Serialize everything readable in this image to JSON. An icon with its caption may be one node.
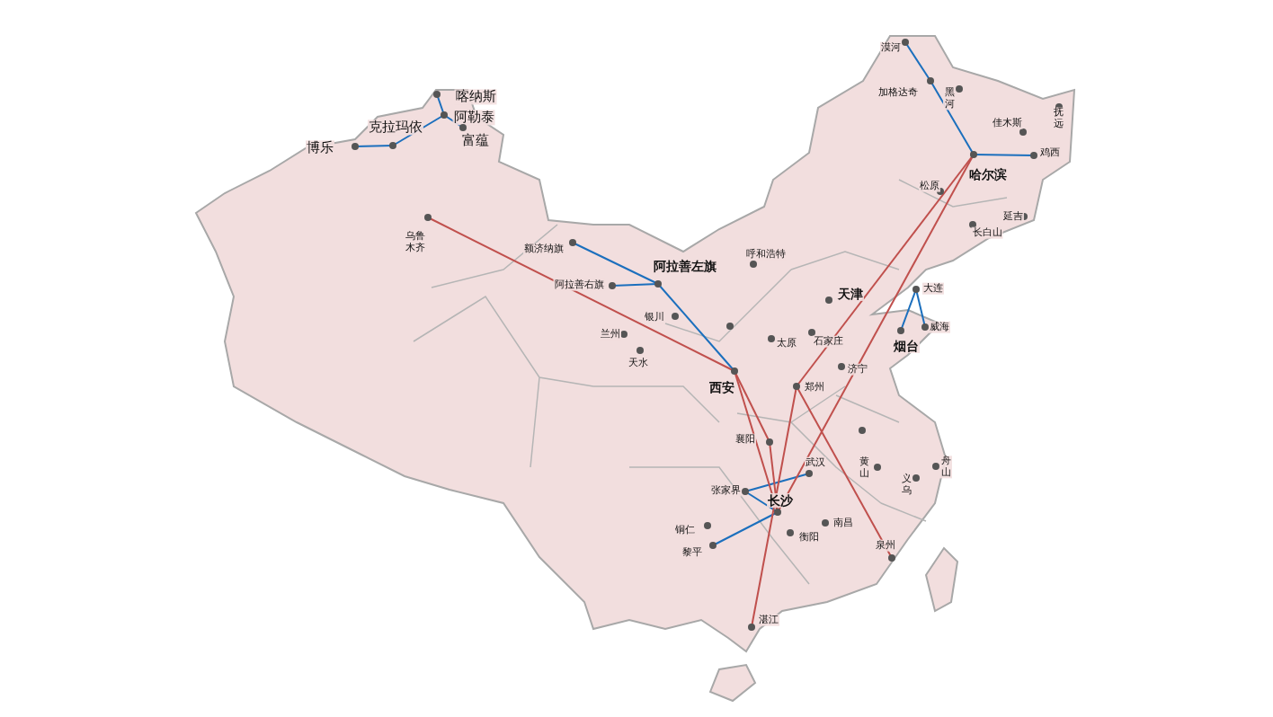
{
  "diagram": {
    "nodes": [
      {
        "text": [
          "克拉玛依"
        ]
      },
      {
        "text": [
          "博乐"
        ]
      },
      {
        "text": [
          "喀纳斯"
        ]
      },
      {
        "text": [
          "阿勒泰"
        ]
      },
      {
        "text": [
          "富蕴"
        ]
      },
      {
        "text": [
          "乌鲁木齐"
        ]
      },
      {
        "text": [
          "漠河"
        ]
      },
      {
        "text": [
          "加格达奇"
        ]
      },
      {
        "text": [
          "黑河"
        ]
      },
      {
        "text": [
          "哈尔滨"
        ]
      },
      {
        "text": [
          "佳木斯"
        ]
      },
      {
        "text": [
          "抚远"
        ]
      },
      {
        "text": [
          "鸡西"
        ]
      },
      {
        "text": [
          "松原"
        ]
      },
      {
        "text": [
          "延吉"
        ]
      },
      {
        "text": [
          "长白山"
        ]
      },
      {
        "text": [
          "额济纳旗"
        ]
      },
      {
        "text": [
          "阿拉善左旗"
        ]
      },
      {
        "text": [
          "阿拉善右旗"
        ]
      },
      {
        "text": [
          "呼和浩特"
        ]
      },
      {
        "text": [
          "银川"
        ]
      },
      {
        "text": [
          "兰州"
        ]
      },
      {
        "text": [
          "天水"
        ]
      },
      {
        "text": [
          "天津"
        ]
      },
      {
        "text": [
          "大连"
        ]
      },
      {
        "text": [
          "威海"
        ]
      },
      {
        "text": [
          "烟台"
        ]
      },
      {
        "text": [
          "太原"
        ]
      },
      {
        "text": [
          "石家庄"
        ]
      },
      {
        "text": [
          "济宁"
        ]
      },
      {
        "text": [
          "西安"
        ]
      },
      {
        "text": [
          "郑州"
        ]
      },
      {
        "text": [
          "襄阳"
        ]
      },
      {
        "text": [
          "武汉"
        ]
      },
      {
        "text": [
          "张家界"
        ]
      },
      {
        "text": [
          "长沙"
        ]
      },
      {
        "text": [
          "铜仁"
        ]
      },
      {
        "text": [
          "黎平"
        ]
      },
      {
        "text": [
          "衡阳"
        ]
      },
      {
        "text": [
          "南昌"
        ]
      },
      {
        "text": [
          "黄山"
        ]
      },
      {
        "text": [
          "义乌"
        ]
      },
      {
        "text": [
          "舟山"
        ]
      },
      {
        "text": [
          "泉州"
        ]
      },
      {
        "text": [
          "湛江"
        ]
      }
    ],
    "edges": [
      {
        "from": 1,
        "to": 0,
        "arrow": "none"
      },
      {
        "from": 0,
        "to": 3,
        "arrow": "none"
      },
      {
        "from": 3,
        "to": 2,
        "arrow": "none"
      },
      {
        "from": 3,
        "to": 4,
        "arrow": "none"
      },
      {
        "from": 6,
        "to": 7,
        "arrow": "none"
      },
      {
        "from": 7,
        "to": 9,
        "arrow": "none"
      },
      {
        "from": 9,
        "to": 12,
        "arrow": "none"
      },
      {
        "from": 16,
        "to": 17,
        "arrow": "none"
      },
      {
        "from": 18,
        "to": 17,
        "arrow": "none"
      },
      {
        "from": 17,
        "to": 30,
        "arrow": "none"
      },
      {
        "from": 24,
        "to": 26,
        "arrow": "none"
      },
      {
        "from": 24,
        "to": 25,
        "arrow": "none"
      },
      {
        "from": 34,
        "to": 33,
        "arrow": "none"
      },
      {
        "from": 34,
        "to": 35,
        "arrow": "none"
      },
      {
        "from": 35,
        "to": 37,
        "arrow": "none"
      },
      {
        "from": 5,
        "to": 30,
        "arrow": "none",
        "color": "#c0504d"
      },
      {
        "from": 30,
        "to": 35,
        "arrow": "none",
        "color": "#c0504d"
      },
      {
        "from": 30,
        "to": 32,
        "arrow": "none",
        "color": "#c0504d"
      },
      {
        "from": 32,
        "to": 35,
        "arrow": "none",
        "color": "#c0504d"
      },
      {
        "from": 9,
        "to": 31,
        "arrow": "none",
        "color": "#c0504d"
      },
      {
        "from": 9,
        "to": 35,
        "arrow": "none",
        "color": "#c0504d"
      },
      {
        "from": 31,
        "to": 44,
        "arrow": "none",
        "color": "#c0504d"
      },
      {
        "from": 31,
        "to": 43,
        "arrow": "none",
        "color": "#c0504d"
      }
    ]
  }
}
